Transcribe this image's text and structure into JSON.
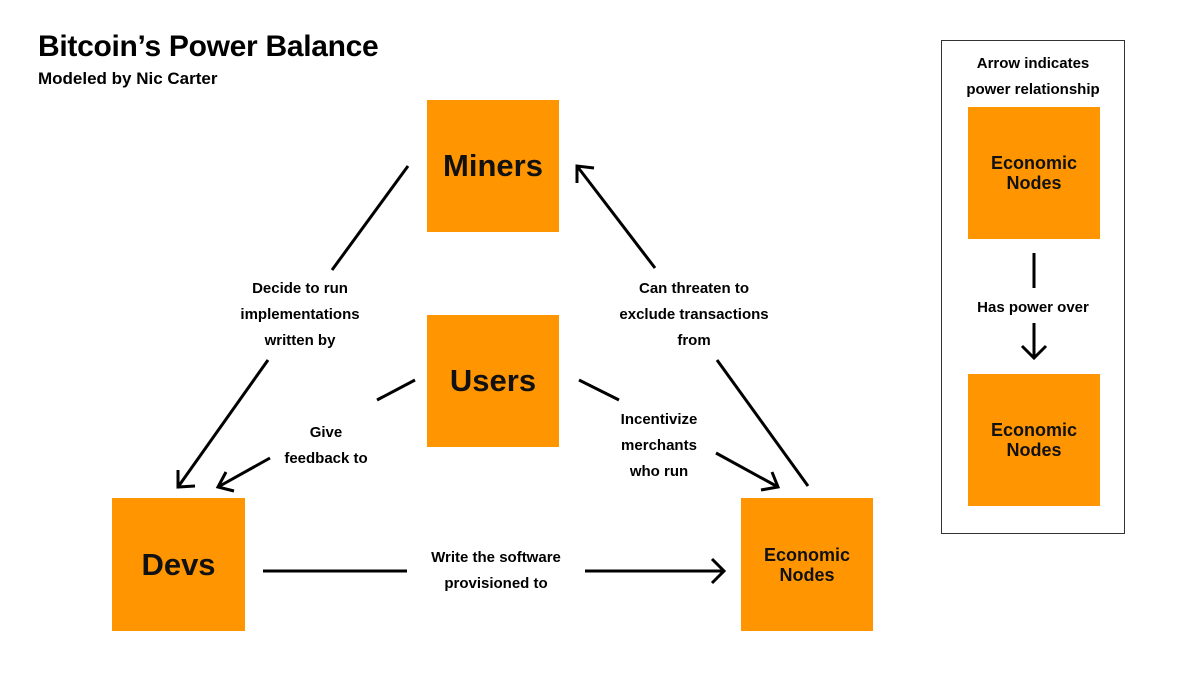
{
  "header": {
    "title": "Bitcoin’s Power Balance",
    "subtitle": "Modeled by Nic Carter"
  },
  "colors": {
    "node_fill": "#FF9500",
    "text": "#000000",
    "background": "#FFFFFF"
  },
  "nodes": {
    "miners": "Miners",
    "users": "Users",
    "devs": "Devs",
    "economic_nodes_line1": "Economic",
    "economic_nodes_line2": "Nodes"
  },
  "edges": {
    "miners_to_devs": {
      "from": "Miners",
      "to": "Devs",
      "lines": [
        "Decide to run",
        "implementations",
        "written by"
      ]
    },
    "economic_nodes_to_miners": {
      "from": "Economic Nodes",
      "to": "Miners",
      "lines": [
        "Can threaten to",
        "exclude transactions",
        "from"
      ]
    },
    "users_to_devs": {
      "from": "Users",
      "to": "Devs",
      "lines": [
        "Give",
        "feedback to"
      ]
    },
    "users_to_economic_nodes": {
      "from": "Users",
      "to": "Economic Nodes",
      "lines": [
        "Incentivize",
        "merchants",
        "who run"
      ]
    },
    "devs_to_economic_nodes": {
      "from": "Devs",
      "to": "Economic Nodes",
      "lines": [
        "Write the software",
        "provisioned to"
      ]
    }
  },
  "legend": {
    "title_line1": "Arrow indicates",
    "title_line2": "power relationship",
    "top_node_line1": "Economic",
    "top_node_line2": "Nodes",
    "caption": "Has power over",
    "bottom_node_line1": "Economic",
    "bottom_node_line2": "Nodes"
  }
}
